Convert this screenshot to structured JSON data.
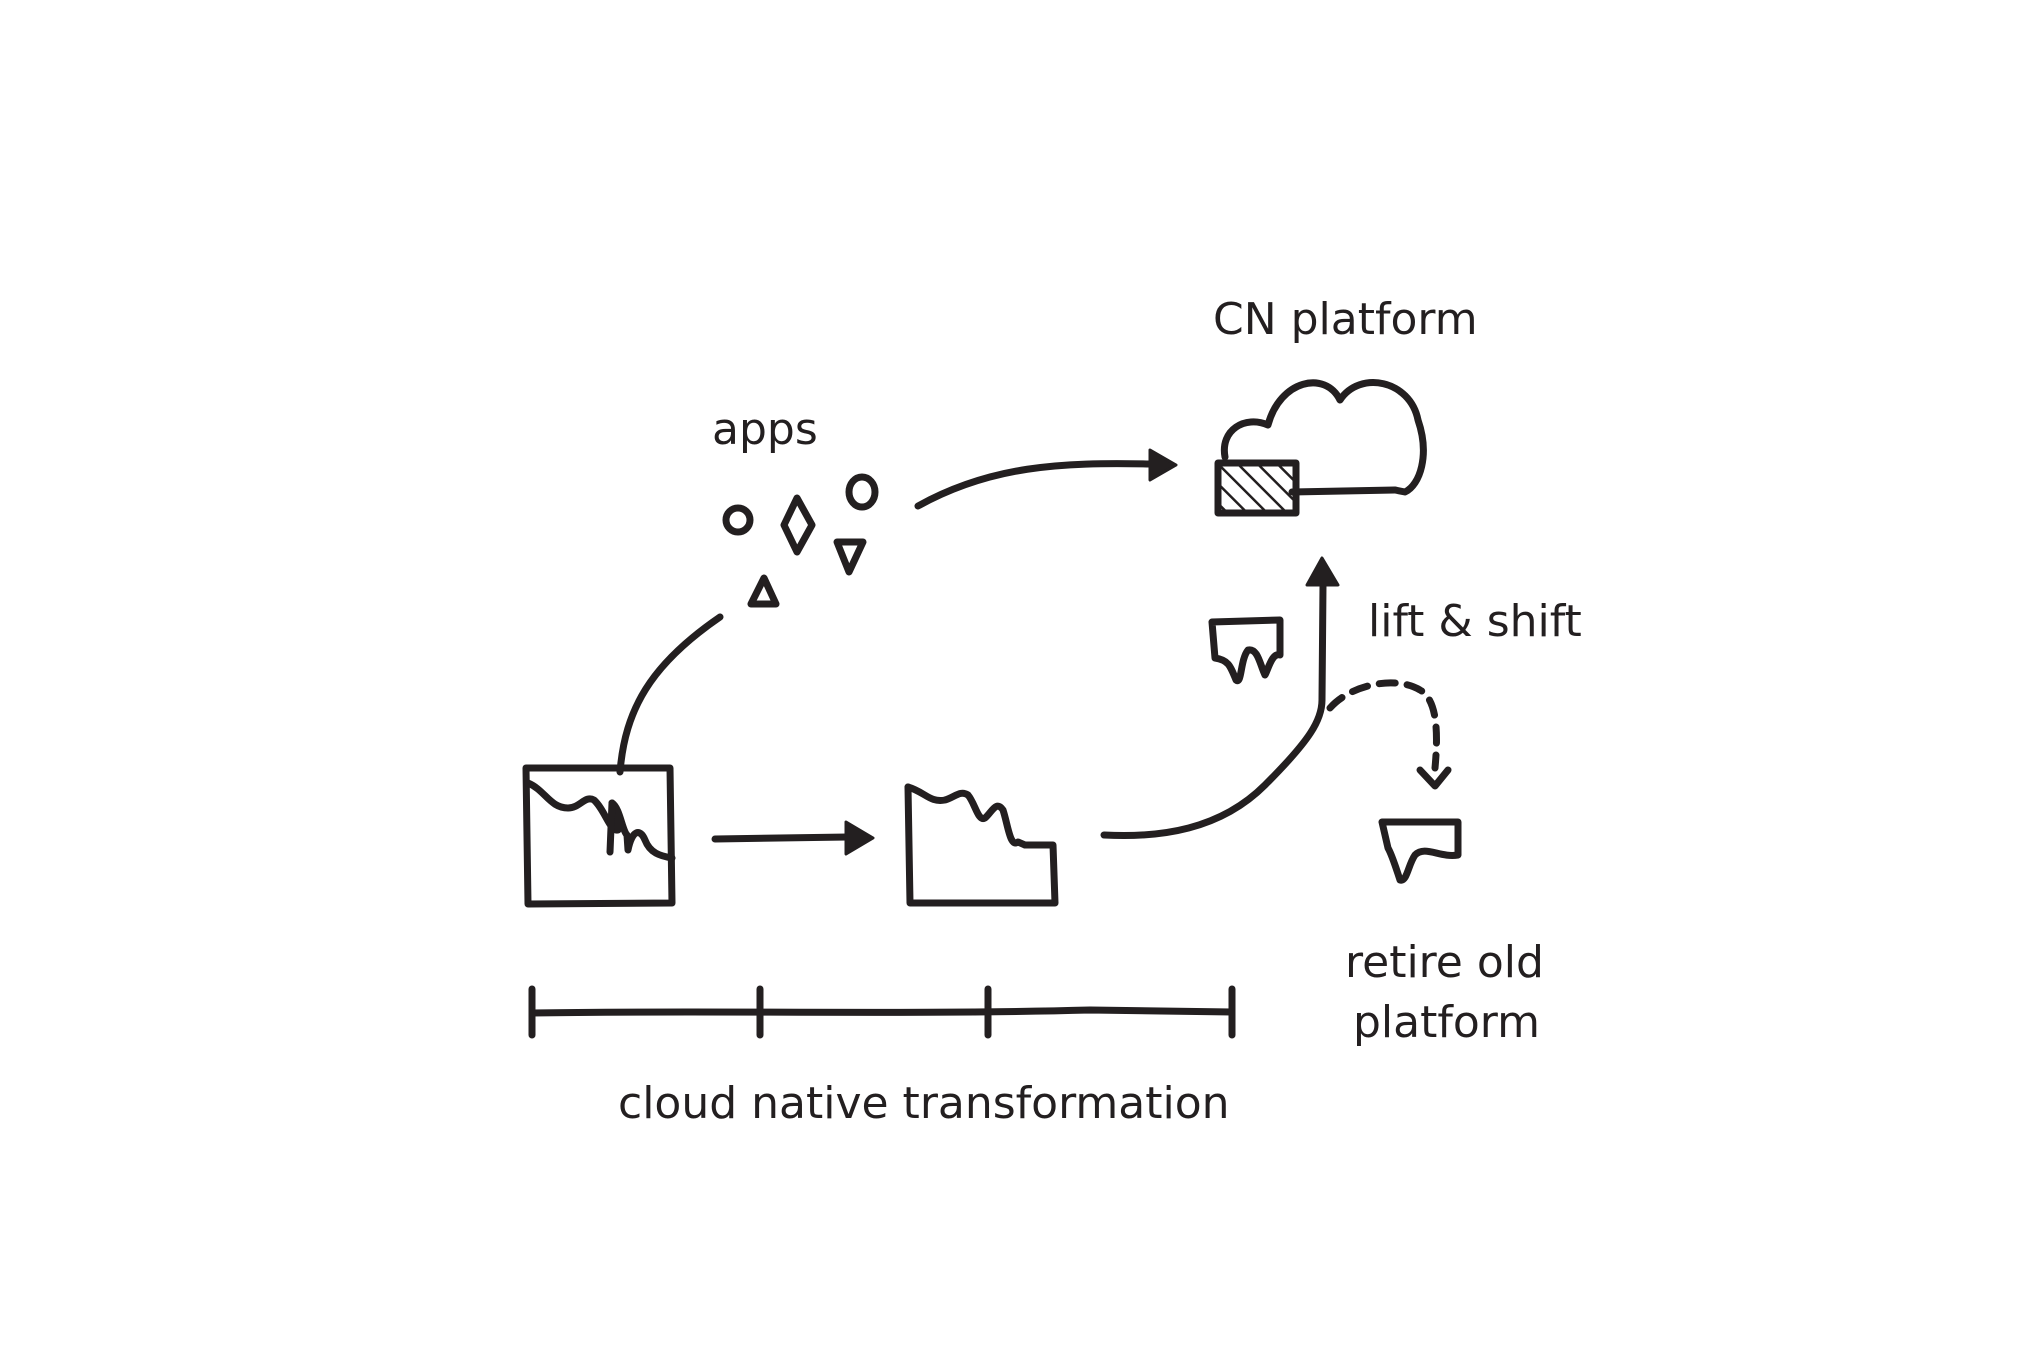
{
  "labels": {
    "cn_platform": "CN platform",
    "apps": "apps",
    "lift_shift": "lift & shift",
    "retire_line1": "retire old",
    "retire_line2": "platform",
    "timeline": "cloud native transformation"
  },
  "colors": {
    "ink": "#231f20",
    "background": "#ffffff"
  },
  "icons": [
    "cloud-icon",
    "hatched-block-icon",
    "legacy-monolith-icon",
    "circle-icon",
    "diamond-icon",
    "triangle-icon",
    "fragment-icon"
  ]
}
